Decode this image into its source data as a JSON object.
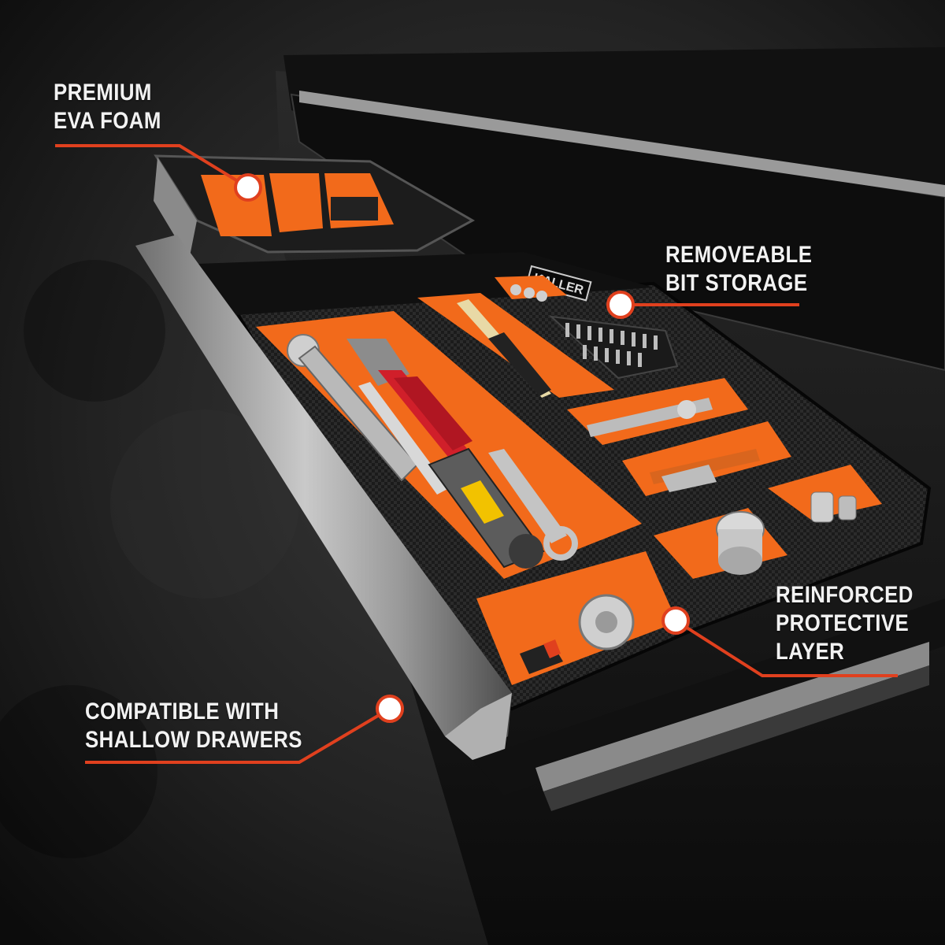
{
  "colors": {
    "accent": "#e0401e",
    "foam": "#f26a1b",
    "background": "#161616",
    "text": "#f2f2f2"
  },
  "brand": "KALLER",
  "callouts": [
    {
      "id": "foam",
      "lines": [
        "PREMIUM",
        "EVA FOAM"
      ]
    },
    {
      "id": "bits",
      "lines": [
        "REMOVEABLE",
        "BIT STORAGE"
      ]
    },
    {
      "id": "layer",
      "lines": [
        "REINFORCED",
        "PROTECTIVE",
        "LAYER"
      ]
    },
    {
      "id": "drawers",
      "lines": [
        "COMPATIBLE WITH",
        "SHALLOW DRAWERS"
      ]
    }
  ]
}
